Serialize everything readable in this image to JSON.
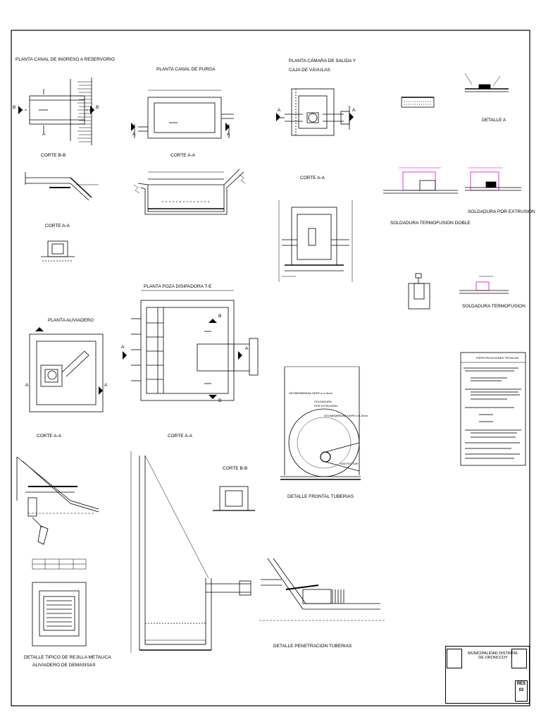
{
  "titles": {
    "planta_canal_ingreso": "PLANTA CANAL DE INGRESO A RESERVORIO",
    "planta_canal_purga": "PLANTA CANAL  DE PURGA",
    "planta_camara_salida": "PLANTA CÁMARA DE SALIDA Y",
    "planta_camara_salida_2": "CAJA DE VÁVULAS",
    "corte_bb_1": "CORTE B-B",
    "corte_aa_1": "CORTE A-A",
    "corte_aa_purga": "CORTE A-A",
    "corte_aa_camara": "CORTE A-A",
    "detalle_a": "DETALLE A",
    "soldadura_termofusion_doble": "SOLDADURA TERMOFUSION DOBLE",
    "soldadura_extrusion": "SOLDADURA POR EXTRUSION",
    "soldadura_termofusion": "SOLDADURA TERMOFUSION",
    "planta_poza": "PLANTA POZA DISIPADORA T-E",
    "planta_aliviadero": "PLANTA ALIVIADERO",
    "corte_aa_aliviadero": "CORTE A-A",
    "corte_aa_poza": "CORTE A-A",
    "corte_bb_poza": "CORTE B-B",
    "detalle_frontal": "DETALLE FRONTAL TUBERIAS",
    "detalle_penetracion": "DETALLE PENETRACION TUBERIAS",
    "detalle_rejilla_1": "DETALLE TIPICO DE REJILLA METALICA",
    "detalle_rejilla_2": "ALIVIADERO DE  DEMASISAS"
  },
  "annotations": {
    "geomembrana_1": "GEOMEMBRANA HDPE e=1.5mm",
    "soldadura_ext": "SOLDADURA",
    "soldadura_ext_2": "POR EXTRUSION",
    "geomembrana_2": "GEOMEMBRANA HDPE e=1.5mm",
    "tubo_pvc": "TUB.PVC SAP"
  },
  "section_marks": {
    "A": "A",
    "B": "B"
  },
  "title_block": {
    "client": "MUNICIPALIDAD DISTRITAL DE ORONCCOY",
    "sheet_code": "RES",
    "sheet_number": "02"
  },
  "specs_title": "ESPECIFICACIONES TECNICAS"
}
